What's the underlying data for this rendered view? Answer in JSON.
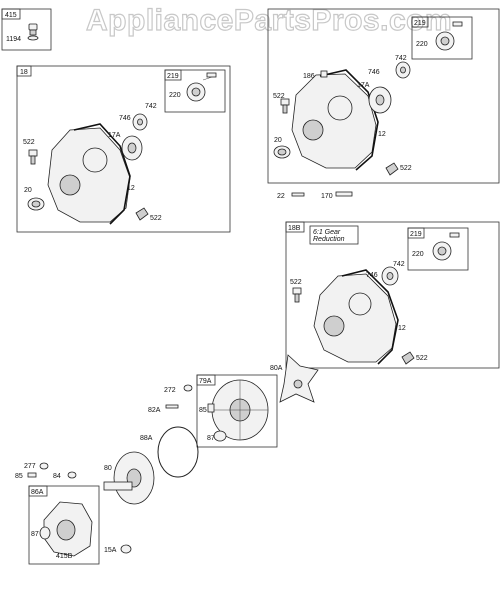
{
  "watermark": "AppliancePartsPros.com",
  "boxes": {
    "b415": {
      "title": "415",
      "part": "1194"
    },
    "b18": {
      "title": "18",
      "sub_title": "219",
      "sub_part": "220"
    },
    "b18_alt": {
      "sub_title": "219",
      "sub_part": "220"
    },
    "b18b": {
      "title": "18B",
      "note_line1": "6:1 Gear",
      "note_line2": "Reduction",
      "sub_title": "219",
      "sub_part": "220"
    },
    "b79a": {
      "title": "79A"
    },
    "b86a": {
      "title": "86A"
    }
  },
  "labels": {
    "l18_742": "742",
    "l18_746": "746",
    "l18_17a": "17A",
    "l18_522a": "522",
    "l18_20": "20",
    "l18_12": "12",
    "l18_522b": "522",
    "lr_186": "186",
    "lr_742": "742",
    "lr_746": "746",
    "lr_17a": "17A",
    "lr_522a": "522",
    "lr_20": "20",
    "lr_12": "12",
    "lr_522b": "522",
    "lr_22": "22",
    "lr_170": "170",
    "l18b_742": "742",
    "l18b_746": "746",
    "l18b_522a": "522",
    "l18b_12": "12",
    "l18b_522b": "522",
    "l80a": "80A",
    "l272": "272",
    "l82a": "82A",
    "l85": "85",
    "l87": "87",
    "l88a": "88A",
    "l80": "80",
    "l277": "277",
    "l85b": "85",
    "l84": "84",
    "l87b": "87",
    "l415b": "415B",
    "l15a": "15A"
  }
}
